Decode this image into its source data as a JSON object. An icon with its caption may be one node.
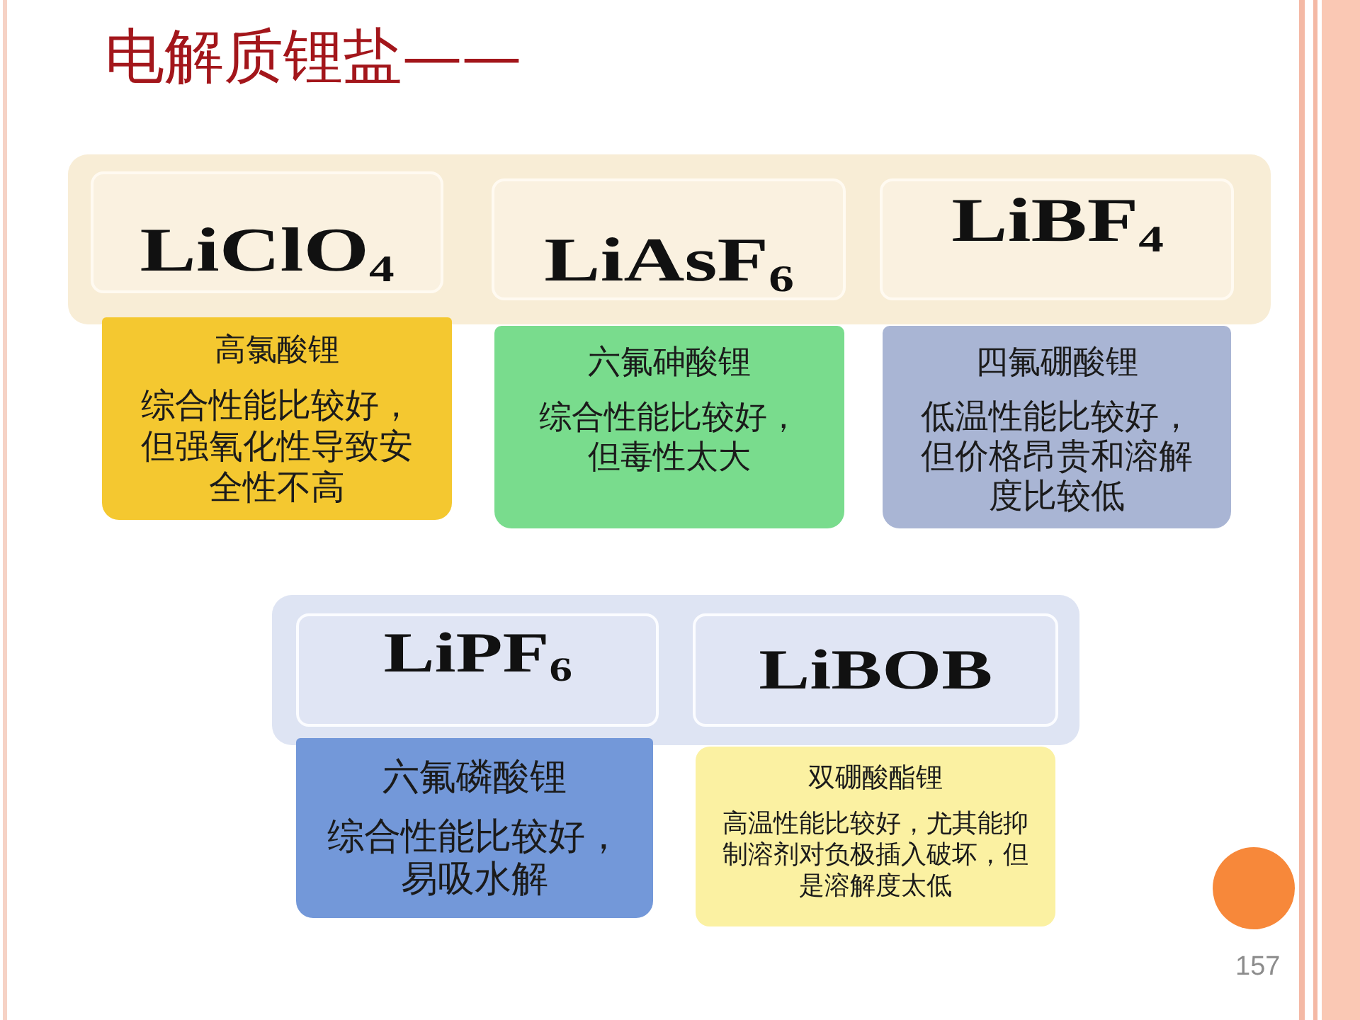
{
  "diagram": {
    "title": "电解质锂盐——",
    "nodes": [
      {
        "text": [],
        "shape": "box"
      },
      {
        "text": [
          "LiClO$_{4}$"
        ],
        "in": 0
      },
      {
        "text": [
          "LiAsF$_{6}$"
        ],
        "in": 0
      },
      {
        "text": [
          "LiBF$_{4}$"
        ],
        "in": 0
      },
      {
        "text": [
          "高氯酸锂",
          "综合性能比较好，但强氧化性导致安全性不高"
        ]
      },
      {
        "text": [
          "六氟砷酸锂",
          "综合性能比较好，但毒性太大"
        ]
      },
      {
        "text": [
          "四氟硼酸锂",
          "低温性能比较好，但价格昂贵和溶解度比较低"
        ]
      },
      {
        "text": [],
        "shape": "box"
      },
      {
        "text": [
          "LiPF$_{6}$"
        ],
        "in": 7
      },
      {
        "text": [
          "LiBOB"
        ],
        "in": 7
      },
      {
        "text": [
          "六氟磷酸锂",
          "综合性能比较好，易吸水解"
        ]
      },
      {
        "text": [
          "双硼酸酯锂",
          "高温性能比较好，尤其能抑制溶剂对负极插入破坏，但是溶解度太低"
        ]
      }
    ],
    "labels": [
      "157"
    ]
  }
}
